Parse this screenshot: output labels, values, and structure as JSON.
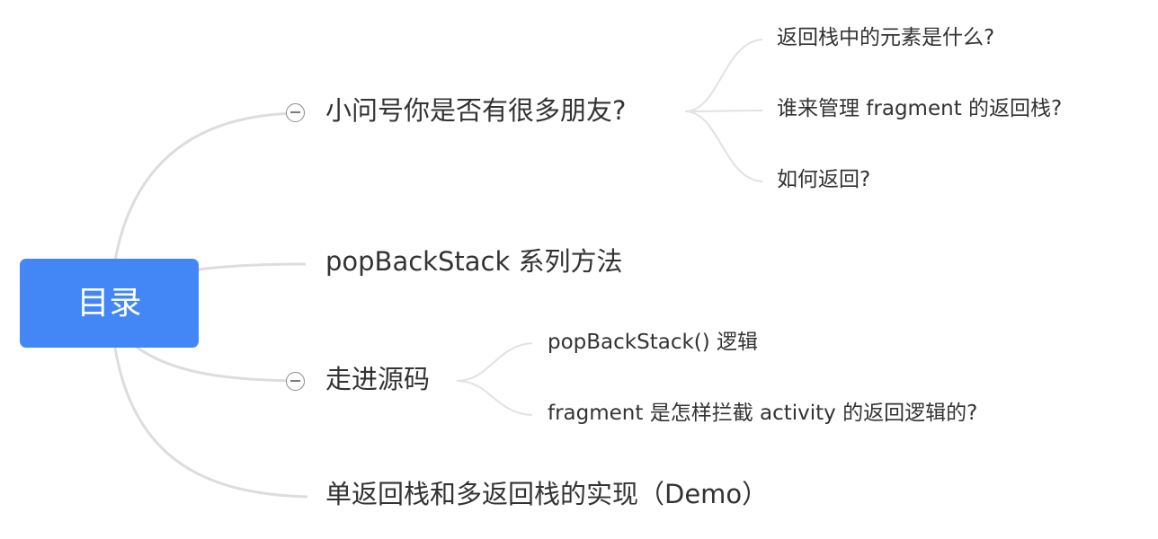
{
  "root": {
    "label": "目录"
  },
  "branches": [
    {
      "label": "小问号你是否有很多朋友?",
      "collapsible": true,
      "children": [
        {
          "label": "返回栈中的元素是什么?"
        },
        {
          "label": "谁来管理 fragment 的返回栈?"
        },
        {
          "label": "如何返回?"
        }
      ]
    },
    {
      "label": "popBackStack 系列方法",
      "collapsible": false,
      "children": []
    },
    {
      "label": "走进源码",
      "collapsible": true,
      "children": [
        {
          "label": "popBackStack() 逻辑"
        },
        {
          "label": "fragment 是怎样拦截 activity 的返回逻辑的?"
        }
      ]
    },
    {
      "label": "单返回栈和多返回栈的实现（Demo）",
      "collapsible": false,
      "children": []
    }
  ],
  "colors": {
    "root_fill": "#4287f5",
    "root_text": "#ffffff",
    "text": "#333333",
    "connector": "#dddddd",
    "toggle_border": "#8a8a8a"
  }
}
